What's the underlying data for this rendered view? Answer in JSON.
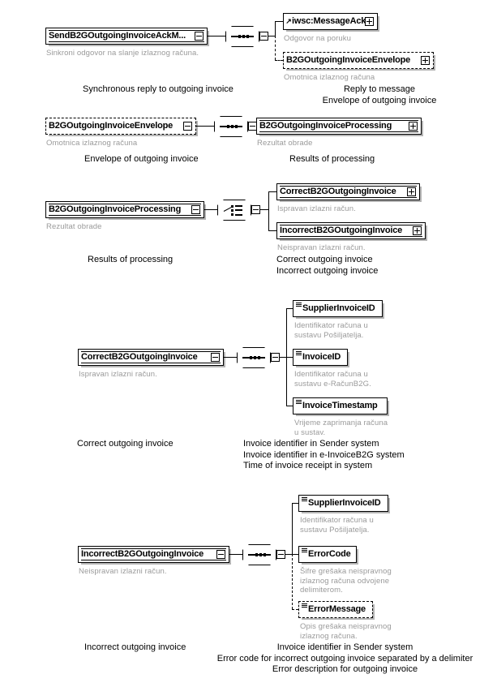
{
  "document": {
    "type": "xsd-schema-diagram",
    "language_note": "Croatian annotations in grey, English captions in black"
  },
  "sections": [
    {
      "id": "send-ack",
      "root": {
        "name": "SendB2GOutgoingInvoiceAckM...",
        "annotation": "Sinkroni odgovor na slanje izlaznog računa.",
        "control": "minus",
        "style": "solid"
      },
      "compositor": "sequence",
      "children": [
        {
          "name": "iwsc:MessageAck",
          "annotation": "Odgovor na poruku",
          "control": "plus",
          "style": "solid",
          "icon": "reference-arrow-icon"
        },
        {
          "name": "B2GOutgoingInvoiceEnvelope",
          "annotation": "Omotnica izlaznog računa",
          "control": "plus",
          "style": "dashed",
          "icon": "none"
        }
      ],
      "captions_left": "Synchronous reply to outgoing invoice",
      "captions_right": "Reply to message\nEnvelope of outgoing invoice"
    },
    {
      "id": "envelope-processing",
      "root": {
        "name": "B2GOutgoingInvoiceEnvelope",
        "annotation": "Omotnica izlaznog računa",
        "control": "minus",
        "style": "dashed"
      },
      "compositor": "sequence",
      "children": [
        {
          "name": "B2GOutgoingInvoiceProcessing",
          "annotation": "Rezultat obrade",
          "control": "plus",
          "style": "solid",
          "icon": "none"
        }
      ],
      "captions_left": "Envelope of outgoing invoice",
      "captions_right": "Results of processing"
    },
    {
      "id": "processing-choice",
      "root": {
        "name": "B2GOutgoingInvoiceProcessing",
        "annotation": "Rezultat obrade",
        "control": "minus",
        "style": "solid"
      },
      "compositor": "choice",
      "children": [
        {
          "name": "CorrectB2GOutgoingInvoice",
          "annotation": "Ispravan izlazni račun.",
          "control": "plus",
          "style": "solid",
          "icon": "none"
        },
        {
          "name": "IncorrectB2GOutgoingInvoice",
          "annotation": "Neispravan izlazni račun.",
          "control": "plus",
          "style": "solid",
          "icon": "none"
        }
      ],
      "captions_left": "Results of processing",
      "captions_right": "Correct outgoing invoice\nIncorrect outgoing invoice"
    },
    {
      "id": "correct-invoice",
      "root": {
        "name": "CorrectB2GOutgoingInvoice",
        "annotation": "Ispravan izlazni račun.",
        "control": "minus",
        "style": "solid"
      },
      "compositor": "sequence",
      "children": [
        {
          "name": "SupplierInvoiceID",
          "annotation": "Identifikator računa u\nsustavu Pošiljatelja.",
          "control": "none",
          "style": "solid",
          "icon": "simple-type-icon"
        },
        {
          "name": "InvoiceID",
          "annotation": "Identifikator računa u\nsustavu e-RačunB2G.",
          "control": "none",
          "style": "solid",
          "icon": "simple-type-icon"
        },
        {
          "name": "InvoiceTimestamp",
          "annotation": "Vrijeme zaprimanja računa\nu sustav.",
          "control": "none",
          "style": "solid",
          "icon": "simple-type-icon"
        }
      ],
      "captions_left": "Correct outgoing invoice",
      "captions_right": "Invoice identifier in Sender system\nInvoice identifier in e-InvoiceB2G system\nTime of invoice receipt in system"
    },
    {
      "id": "incorrect-invoice",
      "root": {
        "name": "IncorrectB2GOutgoingInvoice",
        "annotation": "Neispravan izlazni račun.",
        "control": "minus",
        "style": "solid"
      },
      "compositor": "sequence",
      "children": [
        {
          "name": "SupplierInvoiceID",
          "annotation": "Identifikator računa u\nsustavu Pošiljatelja.",
          "control": "none",
          "style": "solid",
          "icon": "simple-type-icon"
        },
        {
          "name": "ErrorCode",
          "annotation": "Šifre grešaka neispravnog\nizlaznog računa odvojene\ndelimiterom.",
          "control": "none",
          "style": "solid",
          "icon": "simple-type-icon"
        },
        {
          "name": "ErrorMessage",
          "annotation": "Opis grešaka neispravnog\nizlaznog računa.",
          "control": "none",
          "style": "dashed",
          "icon": "simple-type-icon"
        }
      ],
      "captions_left": "Incorrect outgoing invoice",
      "captions_right": "Invoice identifier in Sender system\nError code for incorrect outgoing invoice separated by a delimiter\nError description for outgoing invoice"
    }
  ],
  "colors": {
    "line": "#000000",
    "annotation_text": "#9a9a9a",
    "caption_text": "#000000",
    "shadow": "#b4b4b4",
    "background": "#ffffff"
  }
}
